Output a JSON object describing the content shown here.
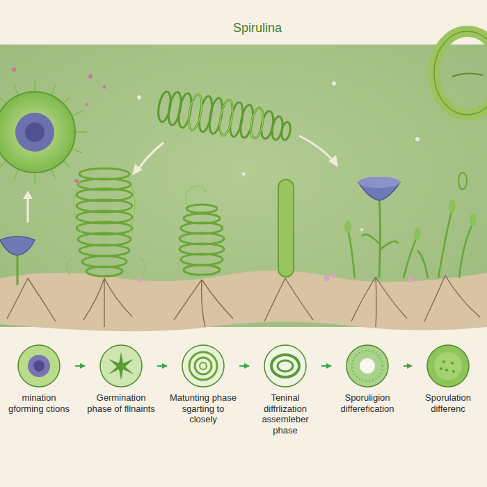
{
  "diagram": {
    "title": "Spirulina",
    "nodes": [
      {
        "text": [
          "mination gforming ctions"
        ]
      },
      {
        "text": [
          "Germination phase of fllnaints"
        ]
      },
      {
        "text": [
          "Matunting phase sgarting to closely"
        ]
      },
      {
        "text": [
          "Teninal diffrlization assemleber phase"
        ]
      },
      {
        "text": [
          "Sporuligion differefication"
        ]
      },
      {
        "text": [
          "Sporulation differenc"
        ]
      }
    ],
    "edges": [
      {
        "from": 0,
        "to": 1,
        "arrow": "to"
      },
      {
        "from": 1,
        "to": 2,
        "arrow": "to"
      },
      {
        "from": 2,
        "to": 3,
        "arrow": "to"
      },
      {
        "from": 3,
        "to": 4,
        "arrow": "to"
      },
      {
        "from": 4,
        "to": 5,
        "arrow": "to"
      }
    ]
  }
}
